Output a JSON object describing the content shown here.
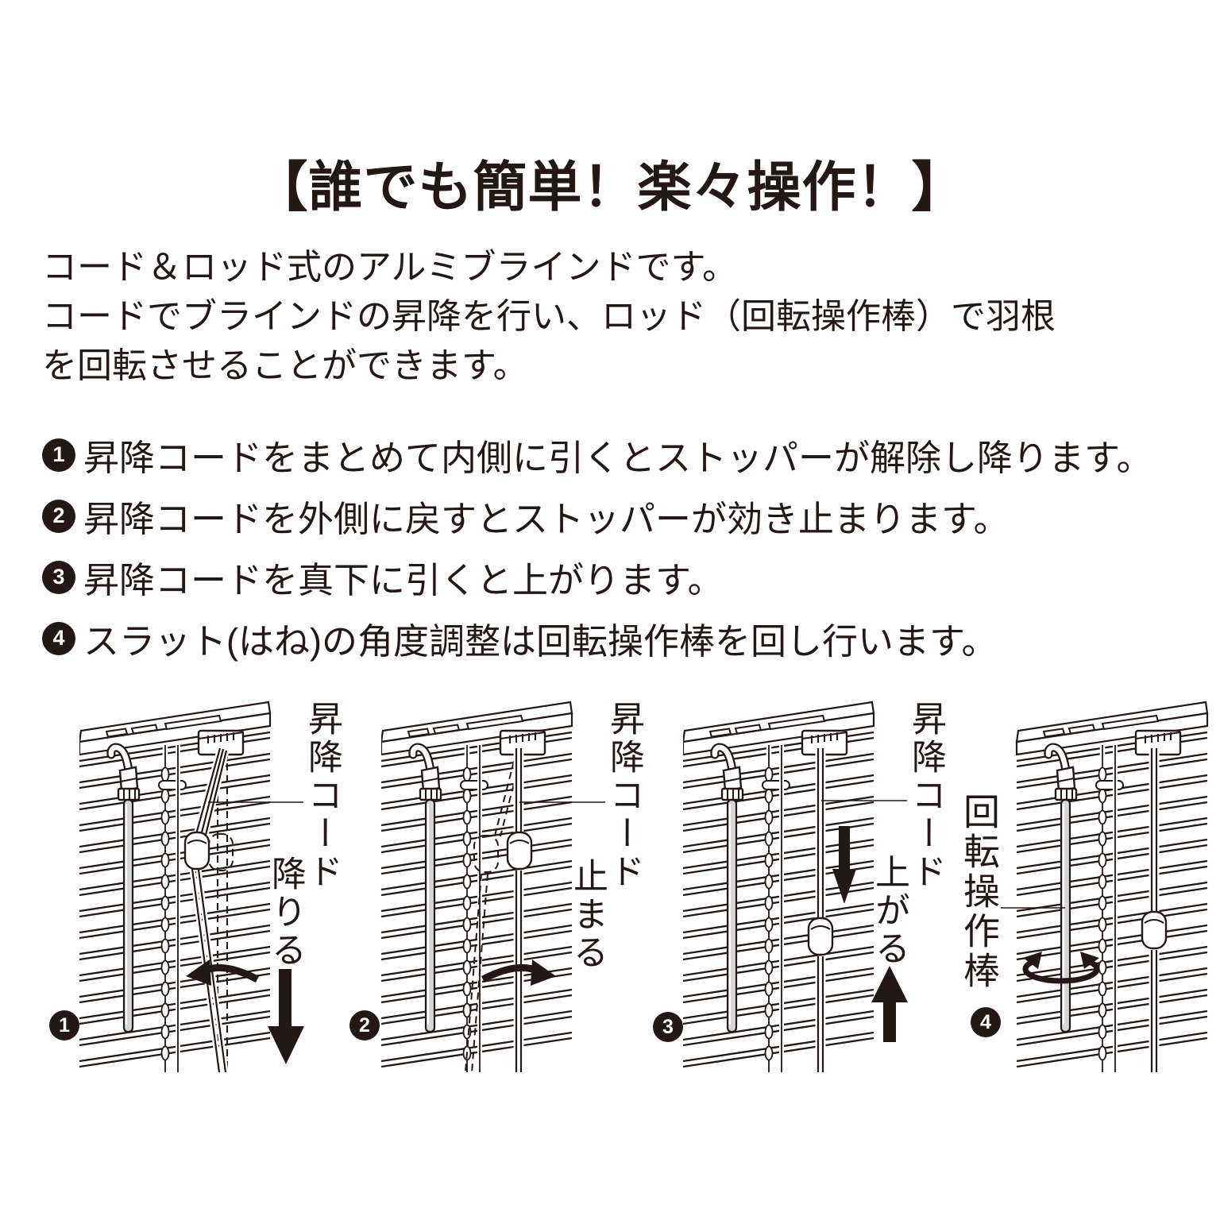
{
  "title": "【誰でも簡単！楽々操作！】",
  "intro": {
    "lines": [
      "コード＆ロッド式のアルミブラインドです。",
      "コードでブラインドの昇降を行い、ロッド（回転操作棒）で羽根",
      "を回転させることができます。"
    ]
  },
  "steps": [
    {
      "num": "1",
      "text": "昇降コードをまとめて内側に引くとストッパーが解除し降ります。"
    },
    {
      "num": "2",
      "text": "昇降コードを外側に戻すとストッパーが効き止まります。"
    },
    {
      "num": "3",
      "text": "昇降コードを真下に引くと上がります。"
    },
    {
      "num": "4",
      "text": "スラット(はね)の角度調整は回転操作棒を回し行います。"
    }
  ],
  "panels": [
    {
      "num": "1",
      "cord_label": "昇降コード",
      "action_label": "降りる",
      "icons": [
        "curved-arrow-left",
        "big-down-arrow"
      ]
    },
    {
      "num": "2",
      "cord_label": "昇降コード",
      "action_label": "止まる",
      "icons": [
        "curved-arrow-right"
      ]
    },
    {
      "num": "3",
      "cord_label": "昇降コード",
      "action_label": "上がる",
      "icons": [
        "pull-down-arrow",
        "big-up-arrow"
      ]
    },
    {
      "num": "4",
      "rod_label": "回転操作棒",
      "icons": [
        "rotate-loop-arrow"
      ]
    }
  ],
  "colors": {
    "ink": "#231815",
    "paper": "#ffffff",
    "rod_gray": "#d6d6d6"
  }
}
